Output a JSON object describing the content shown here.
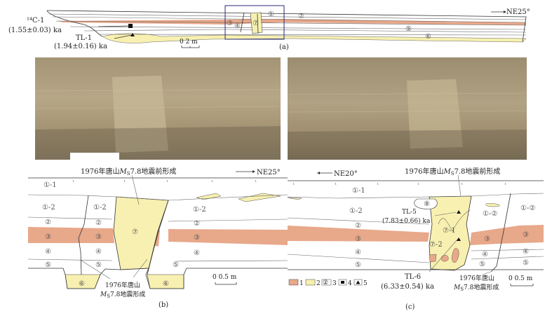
{
  "colors": {
    "layer3": "#e8a88a",
    "layer_yellow": "#f7f0b0",
    "frame_box": "#2a2a7a",
    "photo_base": "#a99878"
  },
  "panel_a": {
    "sample1_name": "¹⁴C-1",
    "sample1_age": "(1.55±0.03) ka",
    "sample2_name": "TL-1",
    "sample2_age": "(1.94±0.16) ka",
    "scale": "0  2 m",
    "direction": "NE25°",
    "units": [
      "①",
      "②",
      "③",
      "④",
      "⑤",
      "⑥",
      "⑦"
    ],
    "caption": "(a)"
  },
  "panel_b": {
    "note_top": {
      "prefix": "1976年唐山",
      "mag": "M",
      "sub": "S",
      "suffix": "7.8地震前形成"
    },
    "direction": "NE25°",
    "units": {
      "u1_1": "①-1",
      "u1_2": "①-2",
      "u2": "②",
      "u3": "③",
      "u4": "④",
      "u5": "⑤",
      "u6": "⑥",
      "u7": "⑦"
    },
    "note_bottom_line1": "1976年唐山",
    "note_bottom_line2": {
      "mag": "M",
      "sub": "S",
      "suffix": "7.8地震形成"
    },
    "scale": "0   0.5 m",
    "caption": "(b)"
  },
  "panel_c": {
    "note_top": {
      "prefix": "1976年唐山",
      "mag": "M",
      "sub": "S",
      "suffix": "7.8地震前形成"
    },
    "direction": "NE20°",
    "units": {
      "u1_1": "①-1",
      "u1_2": "①-2",
      "u1_2b": "①-②",
      "u2": "②",
      "u3": "③",
      "u4": "④",
      "u5": "⑤",
      "u7_1": "⑦-1",
      "u7_2": "⑦-2",
      "u8": "⑧"
    },
    "tl5_name": "TL-5",
    "tl5_age": "(7.83±0.66) ka",
    "tl6_name": "TL-6",
    "tl6_age": "(6.33±0.54) ka",
    "note_bottom_line1": "1976年唐山",
    "note_bottom_line2": {
      "mag": "M",
      "sub": "S",
      "suffix": "7.8地震形成"
    },
    "scale": "0   0.5 m",
    "caption": "(c)"
  },
  "legend": [
    {
      "num": "1",
      "symbol": "orange-fill"
    },
    {
      "num": "2",
      "symbol": "yellow-fill"
    },
    {
      "num": "3",
      "symbol": "unit-number",
      "glyph": "②"
    },
    {
      "num": "4",
      "symbol": "square-14c-sample"
    },
    {
      "num": "5",
      "symbol": "triangle-tl-sample"
    }
  ]
}
